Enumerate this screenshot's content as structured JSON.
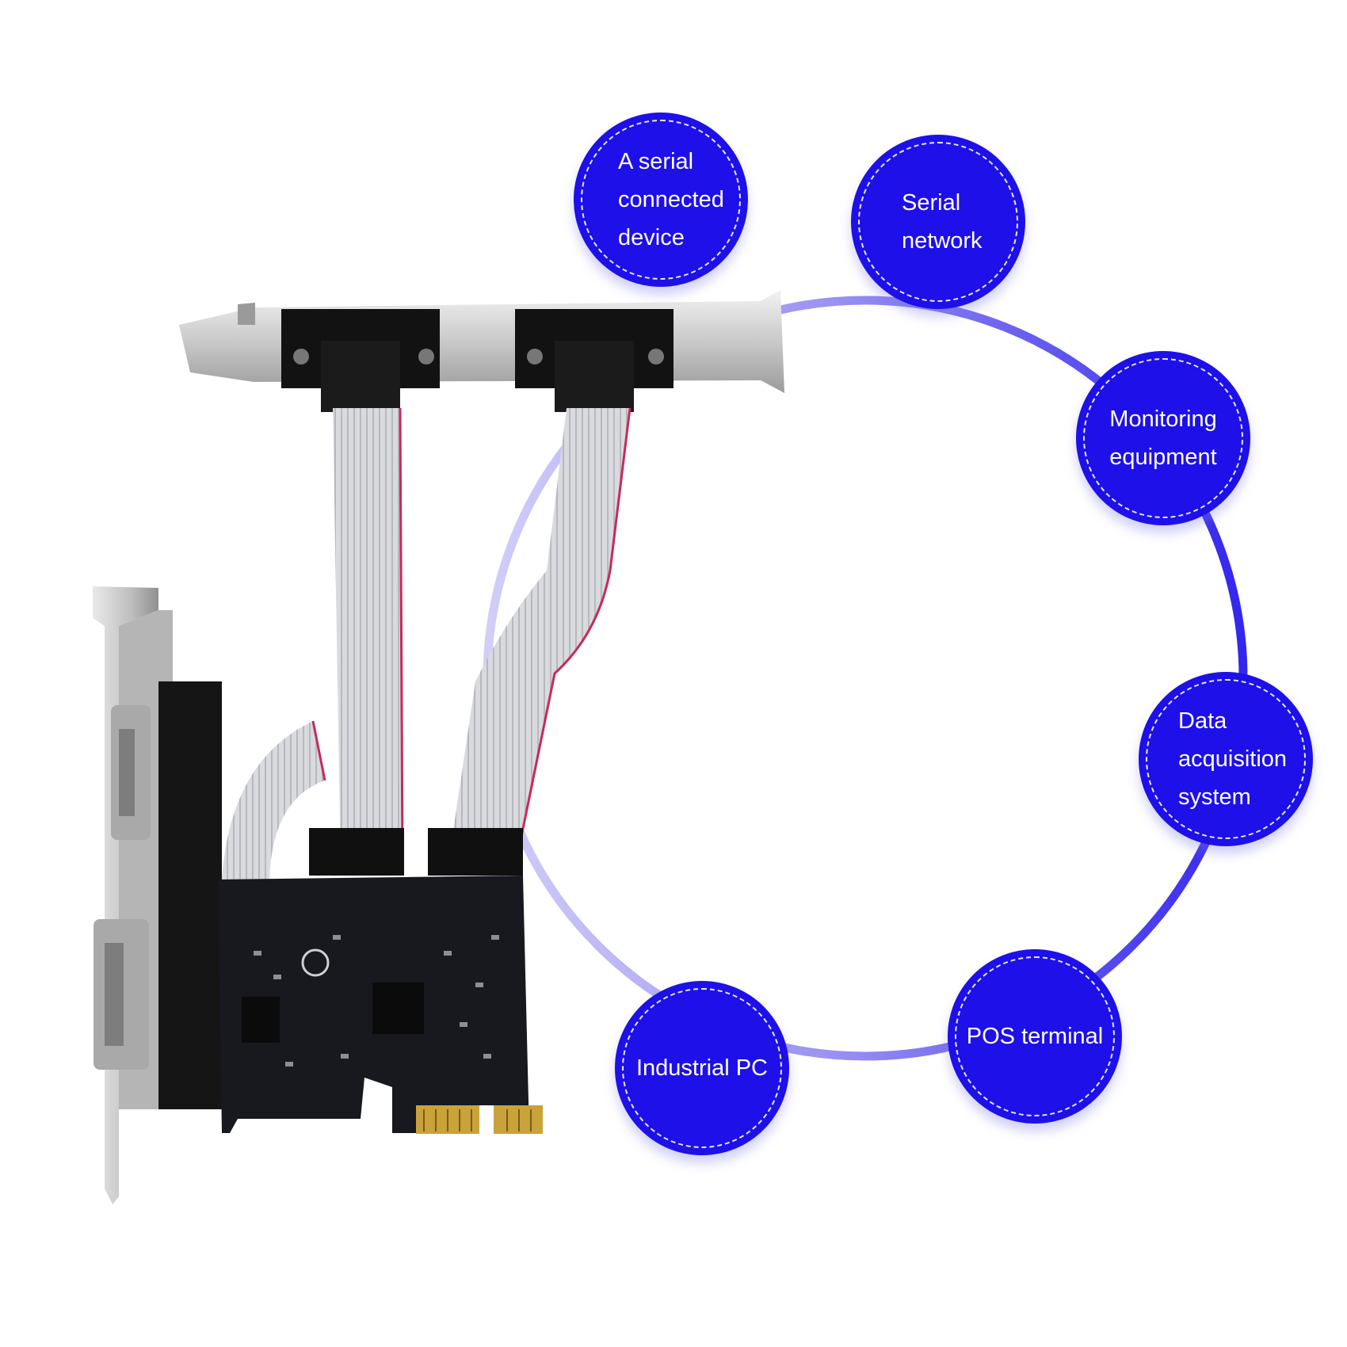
{
  "ring_color": "#3a2ef0",
  "bubble_color": "#1e10e8",
  "product": "pcie-serial-card-photo",
  "bubbles": [
    {
      "lines": [
        "A serial",
        "connected",
        "device"
      ]
    },
    {
      "lines": [
        "Serial",
        "network"
      ]
    },
    {
      "lines": [
        "Monitoring",
        "equipment"
      ]
    },
    {
      "lines": [
        "Data",
        "acquisition",
        "system"
      ]
    },
    {
      "lines": [
        "POS terminal"
      ]
    },
    {
      "lines": [
        "Industrial PC"
      ]
    }
  ]
}
